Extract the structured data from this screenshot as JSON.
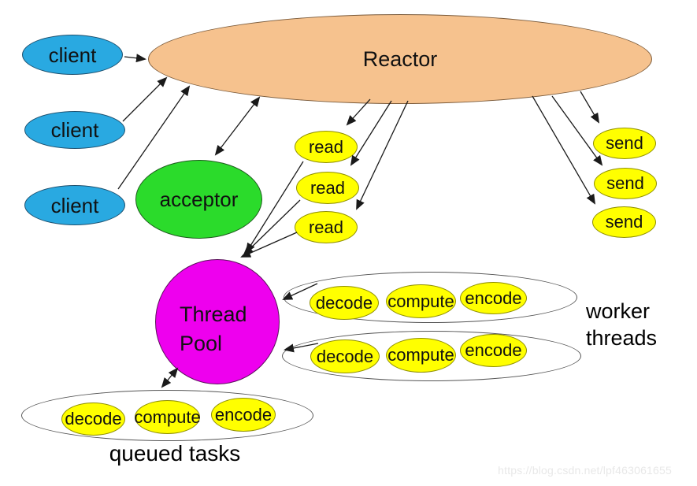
{
  "nodes": {
    "reactor": {
      "label": "Reactor",
      "fill": "#f6c28e"
    },
    "clients": [
      "client",
      "client",
      "client"
    ],
    "acceptor": {
      "label": "acceptor",
      "fill": "#2bdb2b"
    },
    "reads": [
      "read",
      "read",
      "read"
    ],
    "sends": [
      "send",
      "send",
      "send"
    ],
    "thread_pool": {
      "lines": [
        "Thread",
        "Pool"
      ],
      "fill": "#ee00ee"
    },
    "worker_groups": [
      {
        "tasks": [
          "decode",
          "compute",
          "encode"
        ]
      },
      {
        "tasks": [
          "decode",
          "compute",
          "encode"
        ]
      }
    ],
    "queued_group": {
      "tasks": [
        "decode",
        "compute",
        "encode"
      ]
    }
  },
  "labels": {
    "worker_threads_lines": [
      "worker",
      "threads"
    ],
    "queued_tasks": "queued tasks"
  },
  "watermark": "https://blog.csdn.net/lpf463061655",
  "colors": {
    "client_fill": "#29a9e1",
    "reactor_fill": "#f6c28e",
    "acceptor_fill": "#2bdb2b",
    "task_fill": "#ffff00",
    "task_border": "#8f8f00",
    "thread_pool_fill": "#ee00ee",
    "group_border": "#555555",
    "arrow": "#1a1a1a",
    "watermark_text": "#e8e8e8"
  }
}
